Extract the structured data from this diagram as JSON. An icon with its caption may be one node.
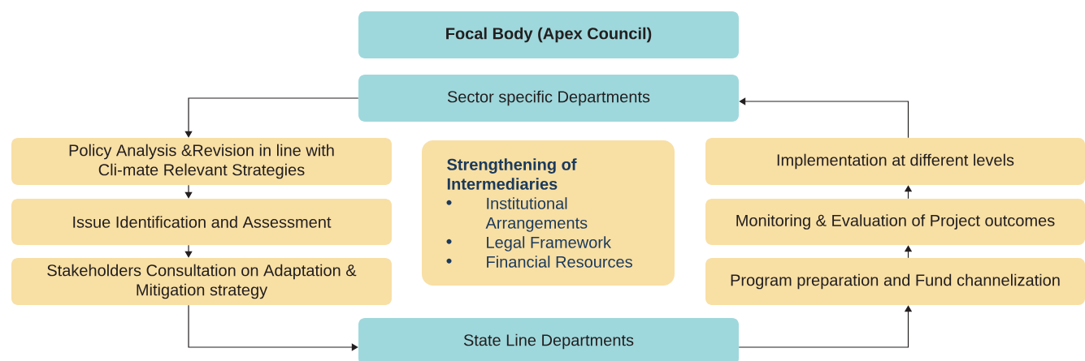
{
  "diagram": {
    "nodes": [
      {
        "text": [
          "Focal Body (Apex Council)"
        ]
      },
      {
        "text": [
          "Sector specific Departments"
        ]
      },
      {
        "text": [
          "Policy Analysis &Revision in line with Cli-mate Relevant Strategies"
        ]
      },
      {
        "text": [
          "Issue Identification and Assessment"
        ]
      },
      {
        "text": [
          "Stakeholders Consultation on Adaptation & Mitigation strategy"
        ]
      },
      {
        "text": [
          "Strengthening of Intermediaries",
          "Institutional Arrangements",
          "Legal Framework",
          "Financial Resources"
        ]
      },
      {
        "text": [
          "Implementation at different levels"
        ]
      },
      {
        "text": [
          "Monitoring & Evaluation of Project outcomes"
        ]
      },
      {
        "text": [
          "Program preparation and Fund channelization"
        ]
      },
      {
        "text": [
          "State Line Departments"
        ]
      }
    ],
    "edges": [
      {
        "from": 1,
        "to": 2,
        "arrow": "to"
      },
      {
        "from": 2,
        "to": 3,
        "arrow": "to"
      },
      {
        "from": 3,
        "to": 4,
        "arrow": "to"
      },
      {
        "from": 4,
        "to": 9,
        "arrow": "to"
      },
      {
        "from": 9,
        "to": 8,
        "arrow": "to"
      },
      {
        "from": 8,
        "to": 7,
        "arrow": "to"
      },
      {
        "from": 7,
        "to": 6,
        "arrow": "to"
      },
      {
        "from": 6,
        "to": 1,
        "arrow": "to"
      }
    ]
  }
}
